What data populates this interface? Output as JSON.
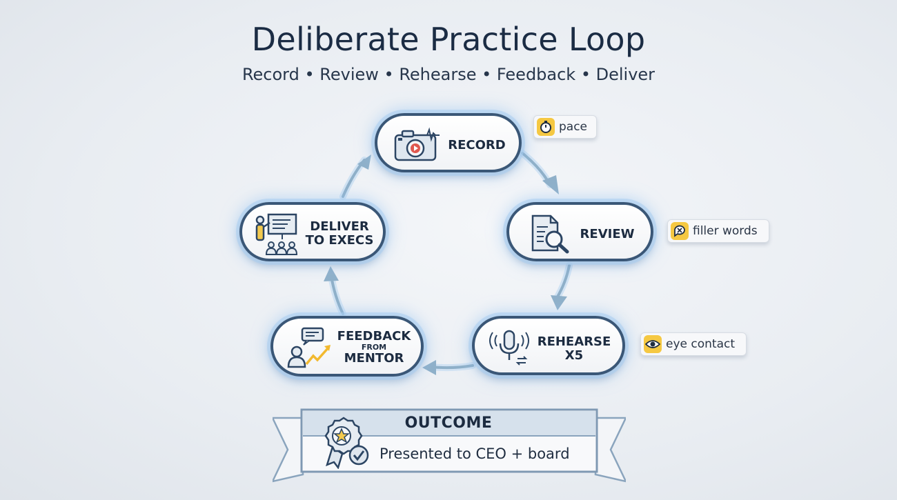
{
  "title": "Deliberate Practice Loop",
  "subtitle": "Record • Review • Rehearse • Feedback • Deliver",
  "steps": [
    {
      "id": "record",
      "lines": [
        "RECORD"
      ],
      "icon": "camera-icon"
    },
    {
      "id": "review",
      "lines": [
        "REVIEW"
      ],
      "icon": "document-magnifier-icon"
    },
    {
      "id": "rehearse",
      "lines": [
        "REHEARSE",
        "X5"
      ],
      "icon": "microphone-repeat-icon"
    },
    {
      "id": "feedback",
      "lines": [
        "FEEDBACK",
        "FROM",
        "MENTOR"
      ],
      "icon": "mentor-chat-growth-icon"
    },
    {
      "id": "deliver",
      "lines": [
        "DELIVER",
        "TO EXECS"
      ],
      "icon": "presenter-audience-icon"
    }
  ],
  "tags": [
    {
      "text": "pace",
      "icon": "stopwatch-icon"
    },
    {
      "text": "filler words",
      "icon": "no-speech-icon"
    },
    {
      "text": "eye contact",
      "icon": "eye-icon"
    }
  ],
  "outcome": {
    "heading": "OUTCOME",
    "text": "Presented to CEO + board",
    "icon": "award-ribbon-check-icon"
  },
  "colors": {
    "accent": "#3a5777",
    "glow": "#a9cdf0",
    "tag": "#f5c842",
    "arrow": "#8fb0c9"
  }
}
